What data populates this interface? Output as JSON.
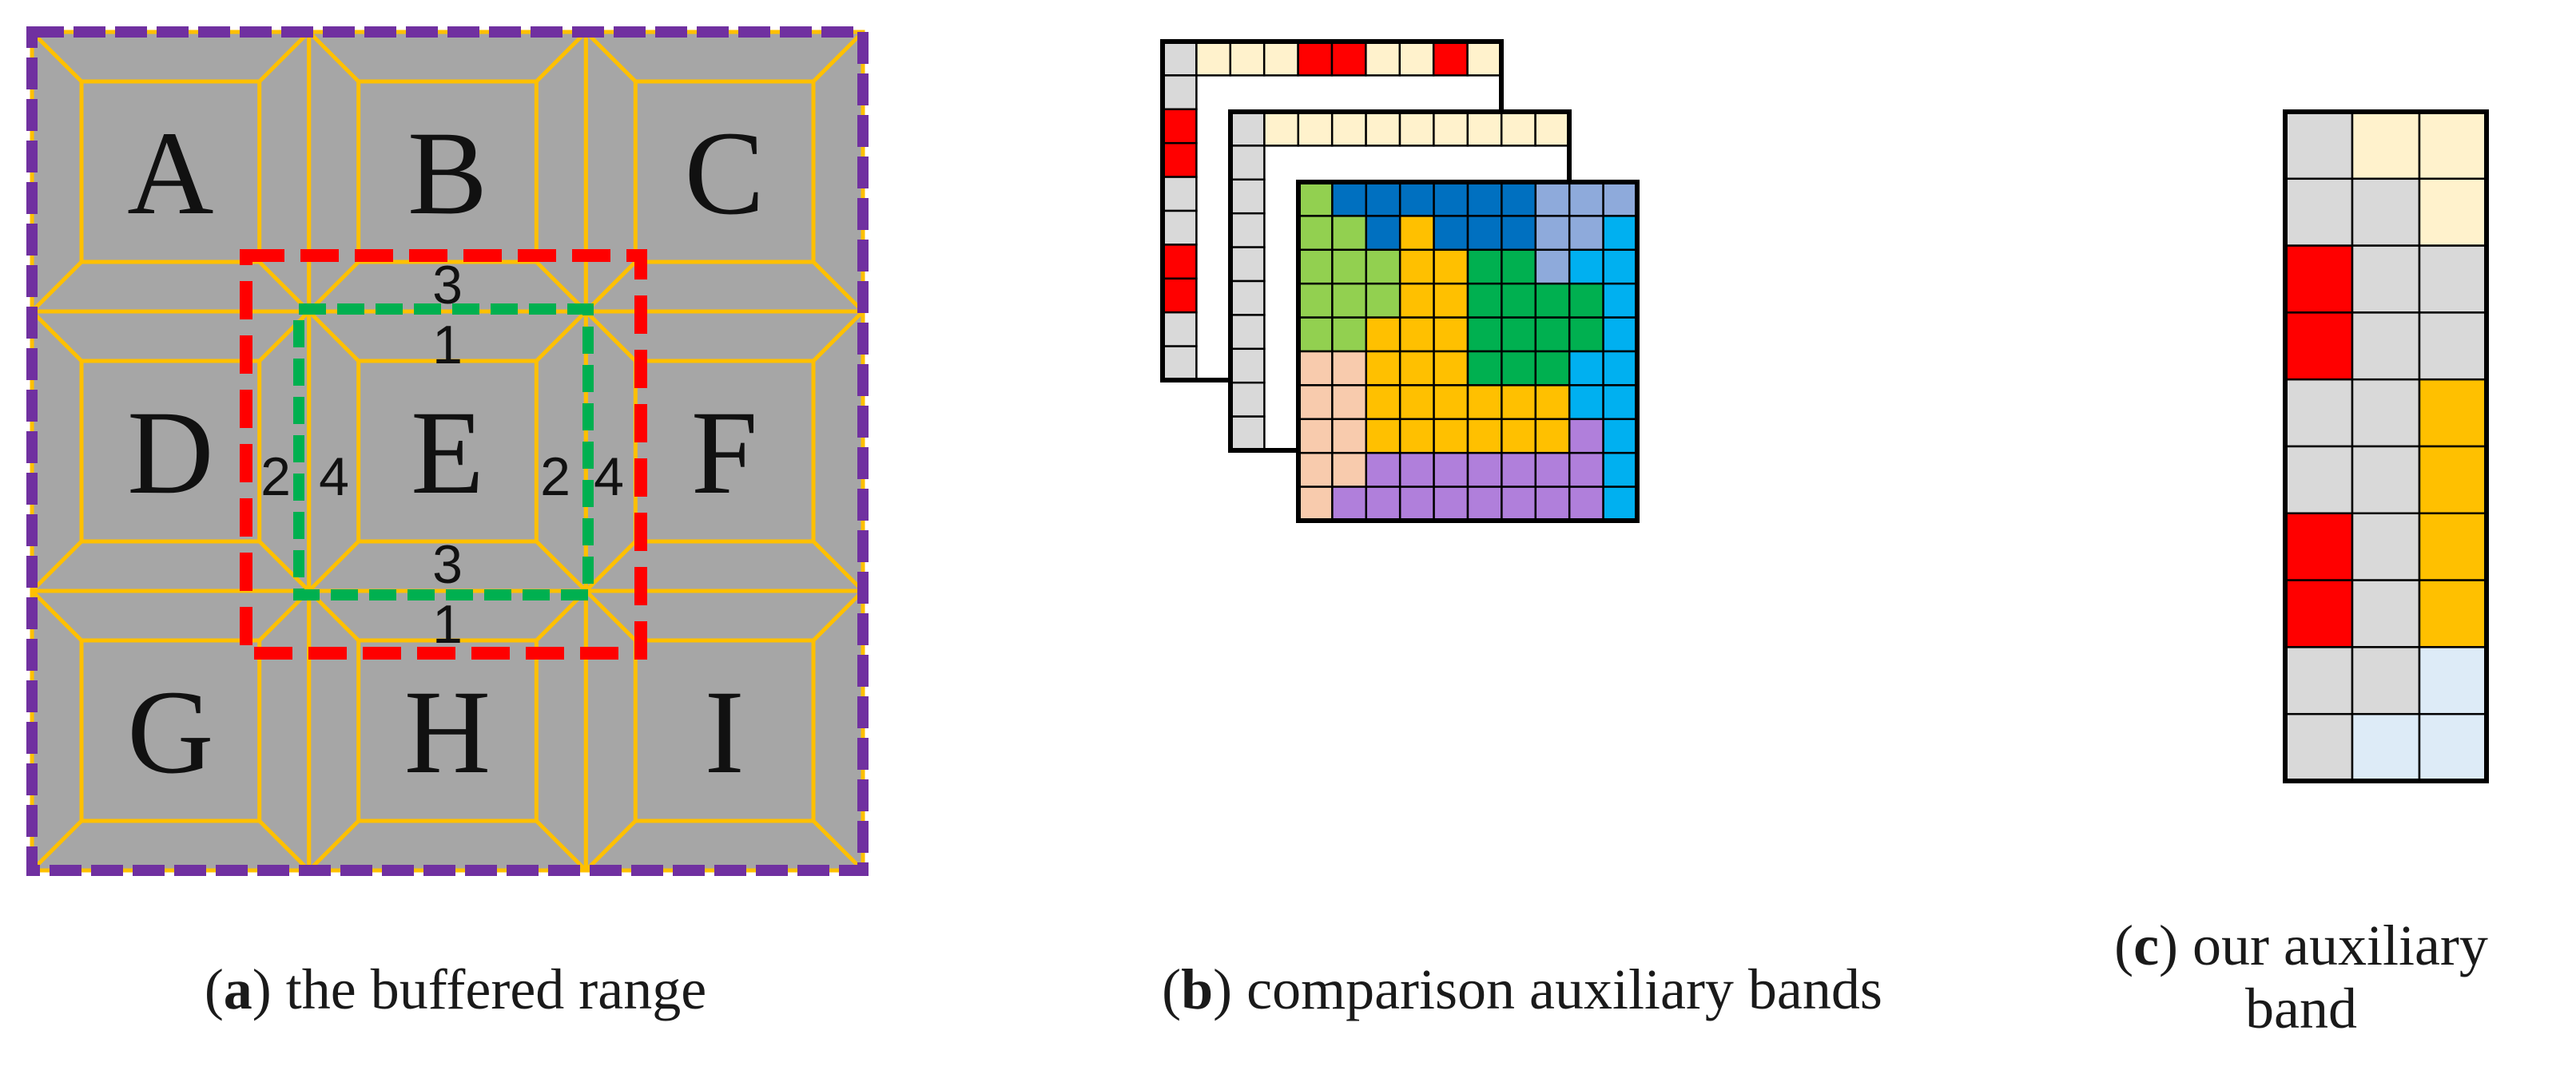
{
  "panel_a": {
    "tiles": [
      "A",
      "B",
      "C",
      "D",
      "E",
      "F",
      "G",
      "H",
      "I"
    ],
    "edge_numbers": {
      "top_outer": "3",
      "top_inner": "1",
      "bottom_inner": "3",
      "bottom_outer": "1",
      "left_outer": "2",
      "left_inner": "4",
      "right_inner": "2",
      "right_outer": "4"
    },
    "colors": {
      "tile": "#a6a6a6",
      "grid": "#ffc000",
      "outer_border": "#7030a0",
      "red_buffer": "#ff0000",
      "green_buffer": "#00b050"
    },
    "caption_letter": "a",
    "caption_text": " the buffered range"
  },
  "panel_b": {
    "colors": {
      "G": "#d9d9d9",
      "Y": "#fff2cc",
      "R": "#ff0000",
      "lg": "#92d050",
      "db": "#0070c0",
      "lb": "#8eaadb",
      "cy": "#00b0f0",
      "or": "#ffc000",
      "dg": "#00b050",
      "pe": "#f8cbad",
      "pu": "#b07fdb"
    },
    "back_layer": [
      [
        "G",
        "Y",
        "Y",
        "Y",
        "R",
        "R",
        "Y",
        "Y",
        "R",
        "Y"
      ],
      [
        "G"
      ],
      [
        "R"
      ],
      [
        "R"
      ],
      [
        "G"
      ],
      [
        "G"
      ],
      [
        "R"
      ],
      [
        "R"
      ],
      [
        "G"
      ],
      [
        "G"
      ]
    ],
    "middle_layer": [
      [
        "G",
        "Y",
        "Y",
        "Y",
        "Y",
        "Y",
        "Y",
        "Y",
        "Y",
        "Y"
      ],
      [
        "G"
      ],
      [
        "G"
      ],
      [
        "G"
      ],
      [
        "G"
      ],
      [
        "G"
      ],
      [
        "G"
      ],
      [
        "G"
      ],
      [
        "G"
      ],
      [
        "G"
      ]
    ],
    "front_layer": [
      [
        "lg",
        "db",
        "db",
        "db",
        "db",
        "db",
        "db",
        "lb",
        "lb",
        "lb"
      ],
      [
        "lg",
        "lg",
        "db",
        "or",
        "db",
        "db",
        "db",
        "lb",
        "lb",
        "cy"
      ],
      [
        "lg",
        "lg",
        "lg",
        "or",
        "or",
        "dg",
        "dg",
        "lb",
        "cy",
        "cy"
      ],
      [
        "lg",
        "lg",
        "lg",
        "or",
        "or",
        "dg",
        "dg",
        "dg",
        "dg",
        "cy"
      ],
      [
        "lg",
        "lg",
        "or",
        "or",
        "or",
        "dg",
        "dg",
        "dg",
        "dg",
        "cy"
      ],
      [
        "pe",
        "pe",
        "or",
        "or",
        "or",
        "dg",
        "dg",
        "dg",
        "cy",
        "cy"
      ],
      [
        "pe",
        "pe",
        "or",
        "or",
        "or",
        "or",
        "or",
        "or",
        "cy",
        "cy"
      ],
      [
        "pe",
        "pe",
        "or",
        "or",
        "or",
        "or",
        "or",
        "or",
        "pu",
        "cy"
      ],
      [
        "pe",
        "pe",
        "pu",
        "pu",
        "pu",
        "pu",
        "pu",
        "pu",
        "pu",
        "cy"
      ],
      [
        "pe",
        "pu",
        "pu",
        "pu",
        "pu",
        "pu",
        "pu",
        "pu",
        "pu",
        "cy"
      ]
    ],
    "caption_letter": "b",
    "caption_text": " comparison auxiliary bands"
  },
  "panel_c": {
    "colors": {
      "G": "#d9d9d9",
      "Y": "#fff2cc",
      "R": "#ff0000",
      "or": "#ffc000",
      "lb": "#ddebf7"
    },
    "grid": [
      [
        "G",
        "Y",
        "Y"
      ],
      [
        "G",
        "G",
        "Y"
      ],
      [
        "R",
        "G",
        "G"
      ],
      [
        "R",
        "G",
        "G"
      ],
      [
        "G",
        "G",
        "or"
      ],
      [
        "G",
        "G",
        "or"
      ],
      [
        "R",
        "G",
        "or"
      ],
      [
        "R",
        "G",
        "or"
      ],
      [
        "G",
        "G",
        "lb"
      ],
      [
        "G",
        "lb",
        "lb"
      ]
    ],
    "caption_letter": "c",
    "caption_line1": " our auxiliary",
    "caption_line2": "band"
  }
}
